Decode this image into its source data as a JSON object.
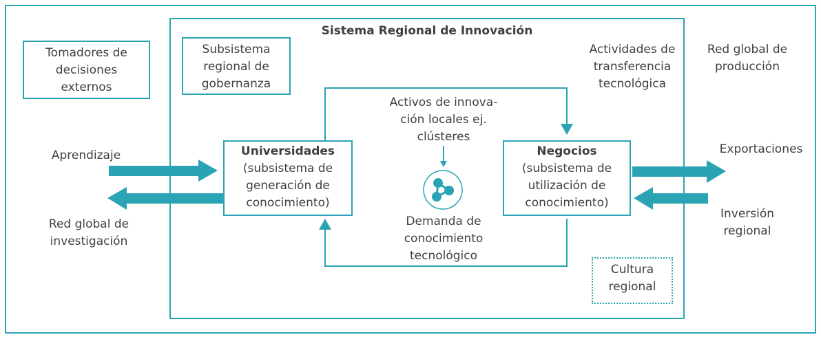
{
  "title": "Sistema Regional de Innovación",
  "decision_makers": [
    "Tomadores de",
    "decisiones",
    "externos"
  ],
  "governance": [
    "Subsistema",
    "regional de",
    "gobernanza"
  ],
  "tech_transfer": [
    "Actividades de",
    "transferencia",
    "tecnológica"
  ],
  "global_production": [
    "Red global de",
    "producción"
  ],
  "local_assets": [
    "Activos de innova-",
    "ción locales ej.",
    "clústeres"
  ],
  "universities": {
    "title": "Universidades",
    "lines": [
      "(subsistema de",
      "generación de",
      "conocimiento)"
    ]
  },
  "business": {
    "title": "Negocios",
    "lines": [
      "(subsistema de",
      "utilización de",
      "conocimiento)"
    ]
  },
  "tech_demand": [
    "Demanda de",
    "conocimiento",
    "tecnológico"
  ],
  "learning": "Aprendizaje",
  "research_network": [
    "Red global de",
    "investigación"
  ],
  "exports": "Exportaciones",
  "regional_investment": [
    "Inversión",
    "regional"
  ],
  "regional_culture": [
    "Cultura",
    "regional"
  ],
  "colors": {
    "accent": "#2aa3b4",
    "text": "#404040"
  },
  "icons": {
    "network": "network-nodes-icon"
  }
}
